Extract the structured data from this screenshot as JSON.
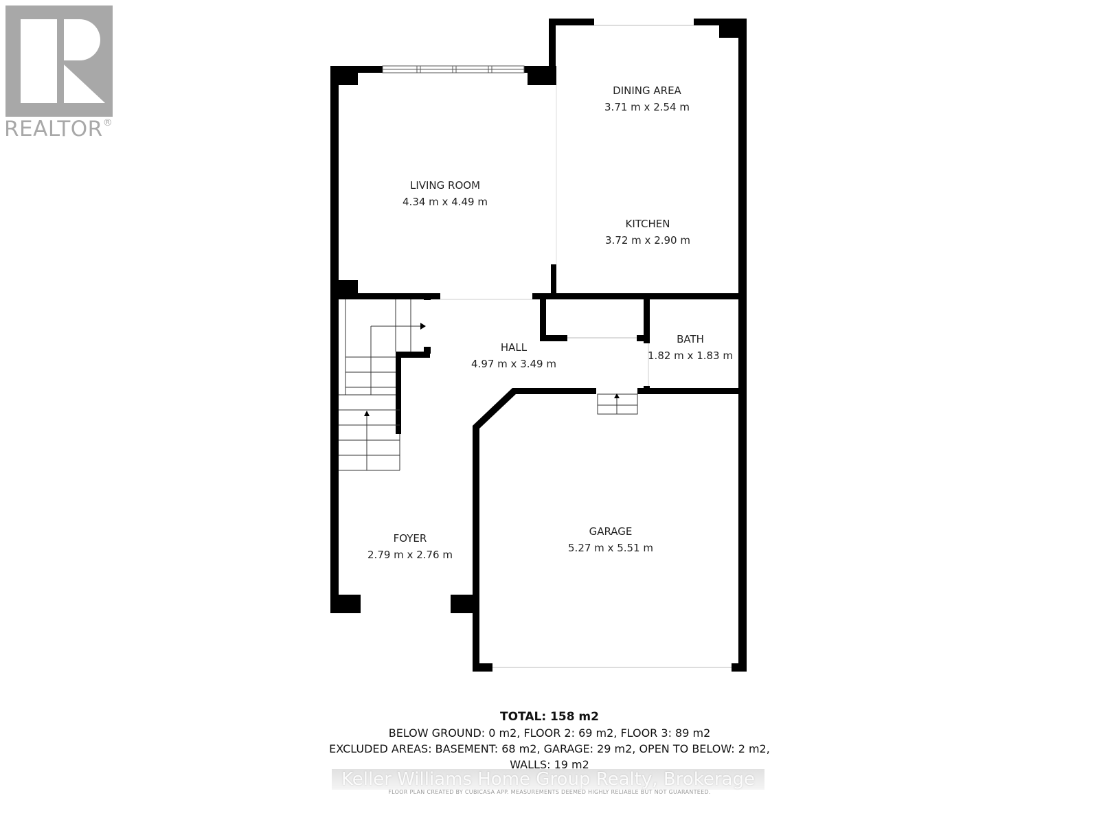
{
  "logo": {
    "text": "REALTOR",
    "registered_mark": "®",
    "color": "#a8a8a8"
  },
  "rooms": [
    {
      "name": "LIVING ROOM",
      "dimensions": "4.34 m x 4.49 m"
    },
    {
      "name": "DINING AREA",
      "dimensions": "3.71 m x 2.54 m"
    },
    {
      "name": "KITCHEN",
      "dimensions": "3.72 m x 2.90 m"
    },
    {
      "name": "HALL",
      "dimensions": "4.97 m x 3.49 m"
    },
    {
      "name": "BATH",
      "dimensions": "1.82 m x 1.83 m"
    },
    {
      "name": "FOYER",
      "dimensions": "2.79 m x 2.76 m"
    },
    {
      "name": "GARAGE",
      "dimensions": "5.27 m x 5.51 m"
    }
  ],
  "summary": {
    "total": "TOTAL: 158 m2",
    "line1": "BELOW GROUND: 0 m2, FLOOR 2: 69 m2, FLOOR 3: 89 m2",
    "line2": "EXCLUDED AREAS: BASEMENT: 68 m2, GARAGE: 29 m2, OPEN TO BELOW: 2 m2,",
    "line3": "WALLS: 19 m2"
  },
  "watermark": "Keller Williams Home Group Realty, Brokerage",
  "disclaimer": "FLOOR PLAN CREATED BY CUBICASA APP. MEASUREMENTS DEEMED HIGHLY RELIABLE BUT NOT GUARANTEED."
}
